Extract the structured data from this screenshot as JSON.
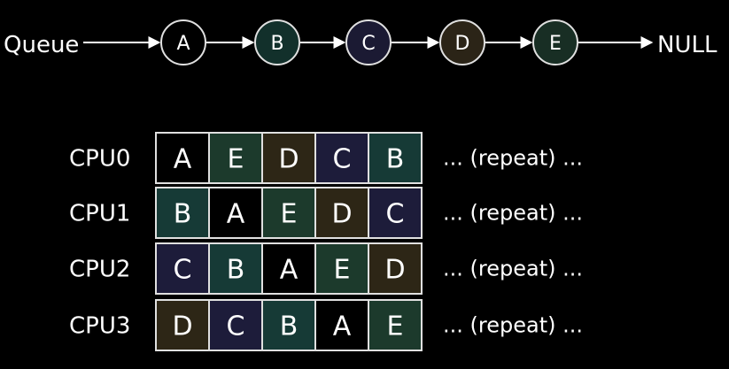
{
  "queue": {
    "label": "Queue",
    "end_label": "NULL",
    "nodes": [
      {
        "label": "A",
        "color": "#000000"
      },
      {
        "label": "B",
        "color": "#12302b"
      },
      {
        "label": "C",
        "color": "#1b1a33"
      },
      {
        "label": "D",
        "color": "#2b2417"
      },
      {
        "label": "E",
        "color": "#182e24"
      }
    ]
  },
  "schedule": {
    "repeat_text": "... (repeat) ...",
    "cell_colors": {
      "A": "#000000",
      "B": "#163a36",
      "C": "#1d1c3a",
      "D": "#2d2616",
      "E": "#1c3a2c"
    },
    "rows": [
      {
        "cpu": "CPU0",
        "cells": [
          "A",
          "E",
          "D",
          "C",
          "B"
        ]
      },
      {
        "cpu": "CPU1",
        "cells": [
          "B",
          "A",
          "E",
          "D",
          "C"
        ]
      },
      {
        "cpu": "CPU2",
        "cells": [
          "C",
          "B",
          "A",
          "E",
          "D"
        ]
      },
      {
        "cpu": "CPU3",
        "cells": [
          "D",
          "C",
          "B",
          "A",
          "E"
        ]
      }
    ]
  },
  "colors": {
    "background": "#000000",
    "stroke": "#e0e0e0",
    "text": "#ffffff"
  }
}
